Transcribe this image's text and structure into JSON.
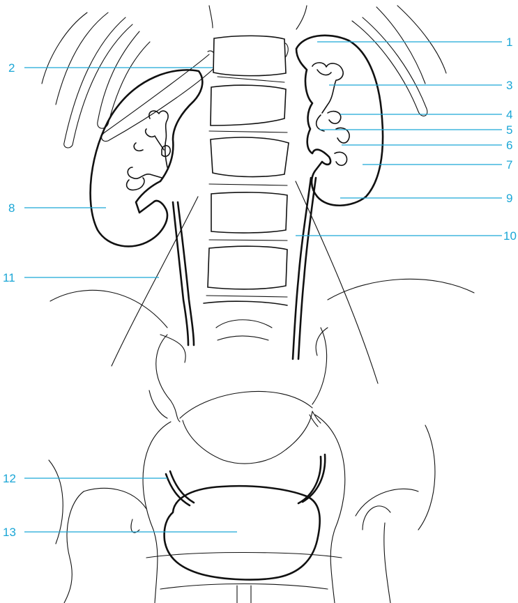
{
  "labels": [
    {
      "id": "1",
      "text": "1"
    },
    {
      "id": "2",
      "text": "2"
    },
    {
      "id": "3",
      "text": "3"
    },
    {
      "id": "4",
      "text": "4"
    },
    {
      "id": "5",
      "text": "5"
    },
    {
      "id": "6",
      "text": "6"
    },
    {
      "id": "7",
      "text": "7"
    },
    {
      "id": "8",
      "text": "8"
    },
    {
      "id": "9",
      "text": "9"
    },
    {
      "id": "10",
      "text": "10"
    },
    {
      "id": "11",
      "text": "11"
    },
    {
      "id": "12",
      "text": "12"
    },
    {
      "id": "13",
      "text": "13"
    }
  ],
  "colors": {
    "callout": "#1aa6d6",
    "ink": "#111111",
    "background": "#ffffff"
  }
}
